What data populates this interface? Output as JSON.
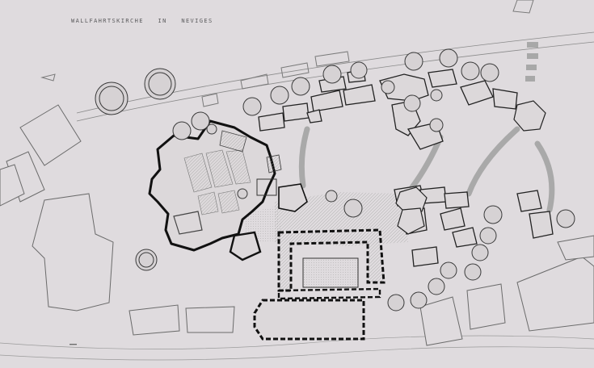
{
  "title": {
    "part1": "WALLFAHRTSKIRCHE",
    "part2": "IN",
    "part3": "NEVIGES"
  },
  "colors": {
    "paper": "#dfdbde",
    "ink": "#1b1b1b",
    "thin": "#8a8a8a",
    "court": "#cfcbcc"
  }
}
